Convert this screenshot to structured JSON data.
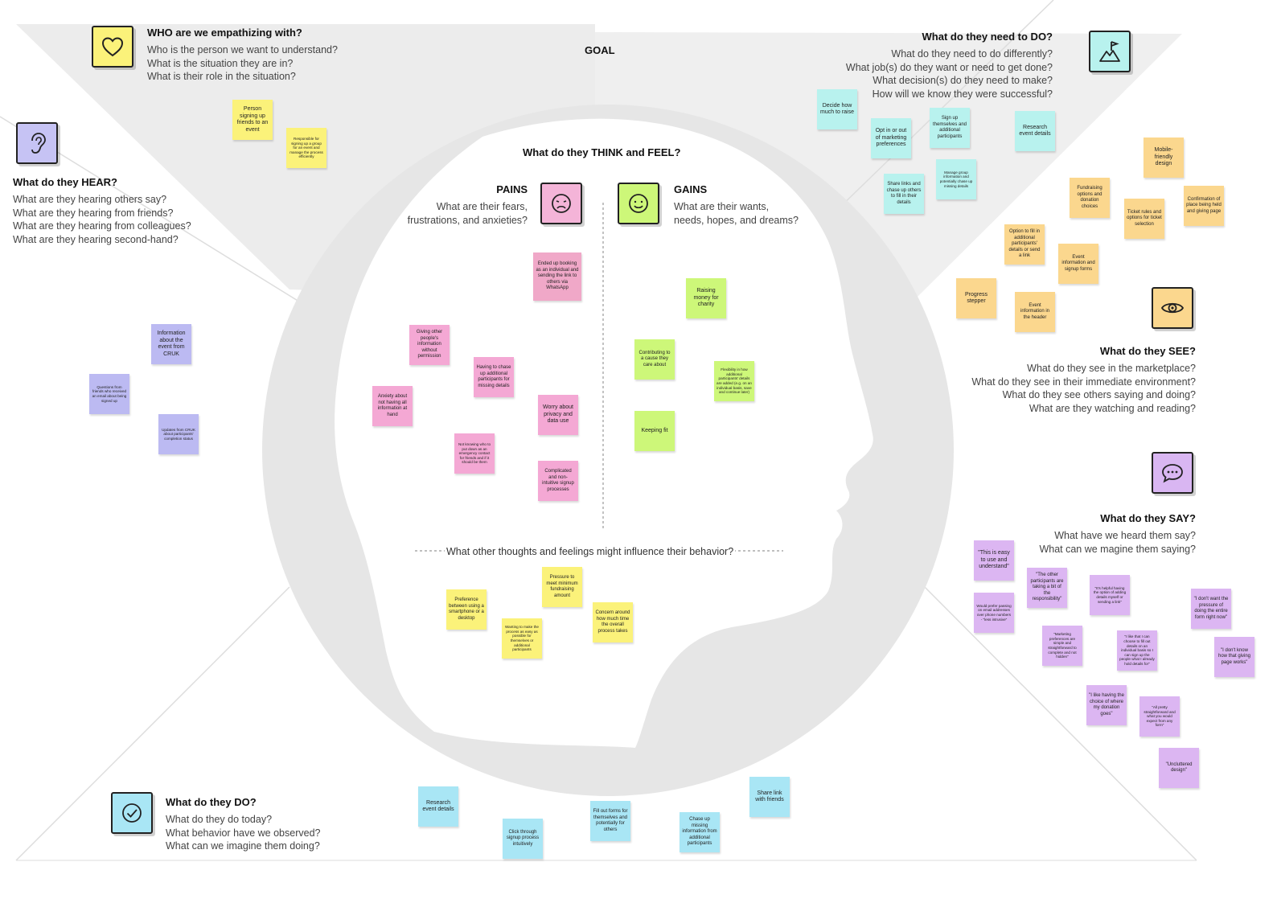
{
  "goal": "GOAL",
  "colors": {
    "yellow": "#fbf27a",
    "yellow_pale": "#fdf08a",
    "pink": "#f4a8d4",
    "pink_dark": "#f0a8c8",
    "green": "#cdf779",
    "blue_purple": "#bcbaf2",
    "orange": "#fbd78e",
    "teal": "#b8f2ee",
    "cyan": "#a9e6f5",
    "purple": "#dcb6f2",
    "head": "#e5e5e5",
    "background": "#ffffff"
  },
  "sections": {
    "who": {
      "title": "WHO are we empathizing with?",
      "questions": [
        "Who is the person we want to understand?",
        "What is the situation they are in?",
        "What is their role in the situation?"
      ],
      "icon": "heart-icon"
    },
    "need": {
      "title": "What do they need to DO?",
      "questions": [
        "What do they need to do differently?",
        "What job(s) do they want or need to get done?",
        "What decision(s) do they need to make?",
        "How will we know they were successful?"
      ],
      "icon": "flag-mountain-icon"
    },
    "hear": {
      "title": "What do they HEAR?",
      "questions": [
        "What are they hearing others say?",
        "What are they hearing from friends?",
        "What are they hearing from colleagues?",
        "What are they hearing second-hand?"
      ],
      "icon": "ear-icon"
    },
    "think": {
      "title": "What do they THINK and FEEL?"
    },
    "pains": {
      "title": "PAINS",
      "questions": [
        "What are their fears,",
        "frustrations, and anxieties?"
      ],
      "icon": "frown-face-icon"
    },
    "gains": {
      "title": "GAINS",
      "questions": [
        "What are their wants,",
        "needs, hopes, and dreams?"
      ],
      "icon": "smile-face-icon"
    },
    "other": {
      "title": "What other thoughts and feelings might influence their behavior?"
    },
    "see": {
      "title": "What do they SEE?",
      "questions": [
        "What do they see in the marketplace?",
        "What do they see in their immediate environment?",
        "What do they see others saying and doing?",
        "What are they watching and reading?"
      ],
      "icon": "eye-icon"
    },
    "say": {
      "title": "What do they SAY?",
      "questions": [
        "What have we heard them say?",
        "What can we magine them saying?"
      ],
      "icon": "speech-bubble-icon"
    },
    "do": {
      "title": "What do they DO?",
      "questions": [
        "What do they do today?",
        "What behavior have we observed?",
        "What can we imagine them doing?"
      ],
      "icon": "checkmark-icon"
    }
  },
  "notes": {
    "who": [
      "Person signing up friends to an event",
      "Responsible for signing up a group for an event and manage the process efficiently"
    ],
    "need": [
      "Decide how much to raise",
      "Opt in or out of marketing preferences",
      "Sign up themselves and additional participants",
      "Research event details",
      "Share links and chase up others to fill in their details",
      "Manage group information and potentially chase up missing details"
    ],
    "hear": [
      "Information about the event from CRUK",
      "Questions from friends who received an email about being signed up",
      "Updates from CRUK about participants' completion status"
    ],
    "pains": [
      "Ended up booking as an individual and sending the link to others via WhatsApp",
      "Giving other people's information without permission",
      "Having to chase up additional participants for missing details",
      "Anxiety about not having all information at hand",
      "Worry about privacy and data use",
      "Not knowing who to put down as an emergency contact for friends and if it should be them",
      "Complicated and non-intuitive signup processes"
    ],
    "gains": [
      "Raising money for charity",
      "Contributing to a cause they care about",
      "Flexibility in how additional participants' details are added (e.g. on an individual basis, save and continue later)",
      "Keeping fit"
    ],
    "other": [
      "Pressure to meet minimum fundraising amount",
      "Preference between using a smartphone or a desktop",
      "Wanting to make the process as easy as possible for themselves or additional participants",
      "Concern around how much time the overall process takes"
    ],
    "see": [
      "Mobile-friendly design",
      "Fundraising options and donation choices",
      "Confirmation of place being held and giving page",
      "Ticket rules and options for ticket selection",
      "Option to fill in additional participants' details or send a link",
      "Event information and signup forms",
      "Progress stepper",
      "Event information in the header"
    ],
    "say": [
      "\"This is easy to use and understand\"",
      "Would prefer passing on email addresses over phone numbers - \"less intrusive\"",
      "\"The other participants are taking a bit of the responsibility\"",
      "\"It's helpful having the option of adding details myself or sending a link\"",
      "\"I don't want the pressure of doing the entire form right now\"",
      "\"Marketing preferences are simple and straightforward to complete and not hidden\"",
      "\"I like that I can choose to fill out details on an individual basis so I can sign up the people what I already hold details for\"",
      "\"I don't know how that giving page works\"",
      "\"I like having the choice of where my donation goes\"",
      "\"All pretty straightforward and what you would expect from any form\"",
      "\"Uncluttered design\""
    ],
    "do": [
      "Research event details",
      "Click through signup process intuitively",
      "Fill out forms for themselves and potentially for others",
      "Chase up missing information from additional participants",
      "Share link with friends"
    ]
  }
}
